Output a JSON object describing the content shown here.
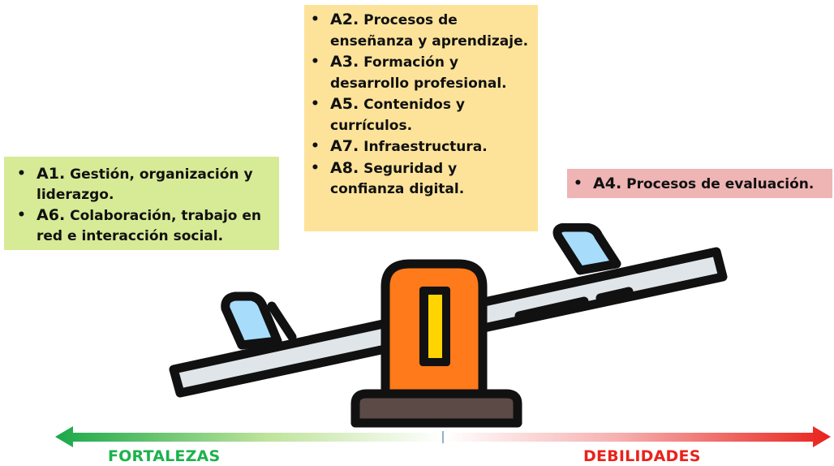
{
  "fortalezas_box": {
    "color": "#d7ea96",
    "items": [
      {
        "code": "A1.",
        "text": "Gestión, organización y liderazgo."
      },
      {
        "code": "A6.",
        "text": "Colaboración, trabajo en red e interacción social."
      }
    ]
  },
  "neutral_box": {
    "color": "#fde39a",
    "items": [
      {
        "code": "A2.",
        "text": "Procesos de enseñanza y aprendizaje."
      },
      {
        "code": "A3.",
        "text": "Formación y desarrollo profesional."
      },
      {
        "code": "A5.",
        "text": "Contenidos y currículos."
      },
      {
        "code": "A7.",
        "text": "Infraestructura."
      },
      {
        "code": "A8.",
        "text": "Seguridad y confianza digital."
      }
    ]
  },
  "debilidades_box": {
    "color": "#efb4b4",
    "items": [
      {
        "code": "A4.",
        "text": "Procesos de evaluación."
      }
    ]
  },
  "scale": {
    "left_label": "FORTALEZAS",
    "right_label": "DEBILIDADES",
    "left_color": "#1db24b",
    "right_color": "#e8231c"
  },
  "illustration": {
    "icon": "seesaw-icon",
    "colors": {
      "base": "#ff7a1a",
      "slot": "#ffd400",
      "board": "#dfe5e8",
      "seats": "#a8dcfb",
      "ground": "#5b4a45"
    }
  }
}
